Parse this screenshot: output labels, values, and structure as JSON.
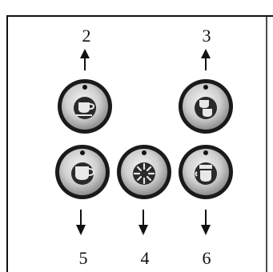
{
  "callouts": {
    "top_left": "2",
    "top_right": "3",
    "bottom_left": "5",
    "bottom_center": "4",
    "bottom_right": "6"
  },
  "buttons": [
    {
      "id": "small-cup",
      "icon": "small-cup-icon"
    },
    {
      "id": "double-cup",
      "icon": "double-cup-icon"
    },
    {
      "id": "large-cup",
      "icon": "large-cup-icon"
    },
    {
      "id": "steam",
      "icon": "steam-icon"
    },
    {
      "id": "cappuccino",
      "icon": "cappuccino-icon"
    }
  ],
  "colors": {
    "ring": "#1a1a1a",
    "button_face": "#d9d9d9",
    "button_shadow": "#9a9a9a",
    "line": "#111111"
  }
}
